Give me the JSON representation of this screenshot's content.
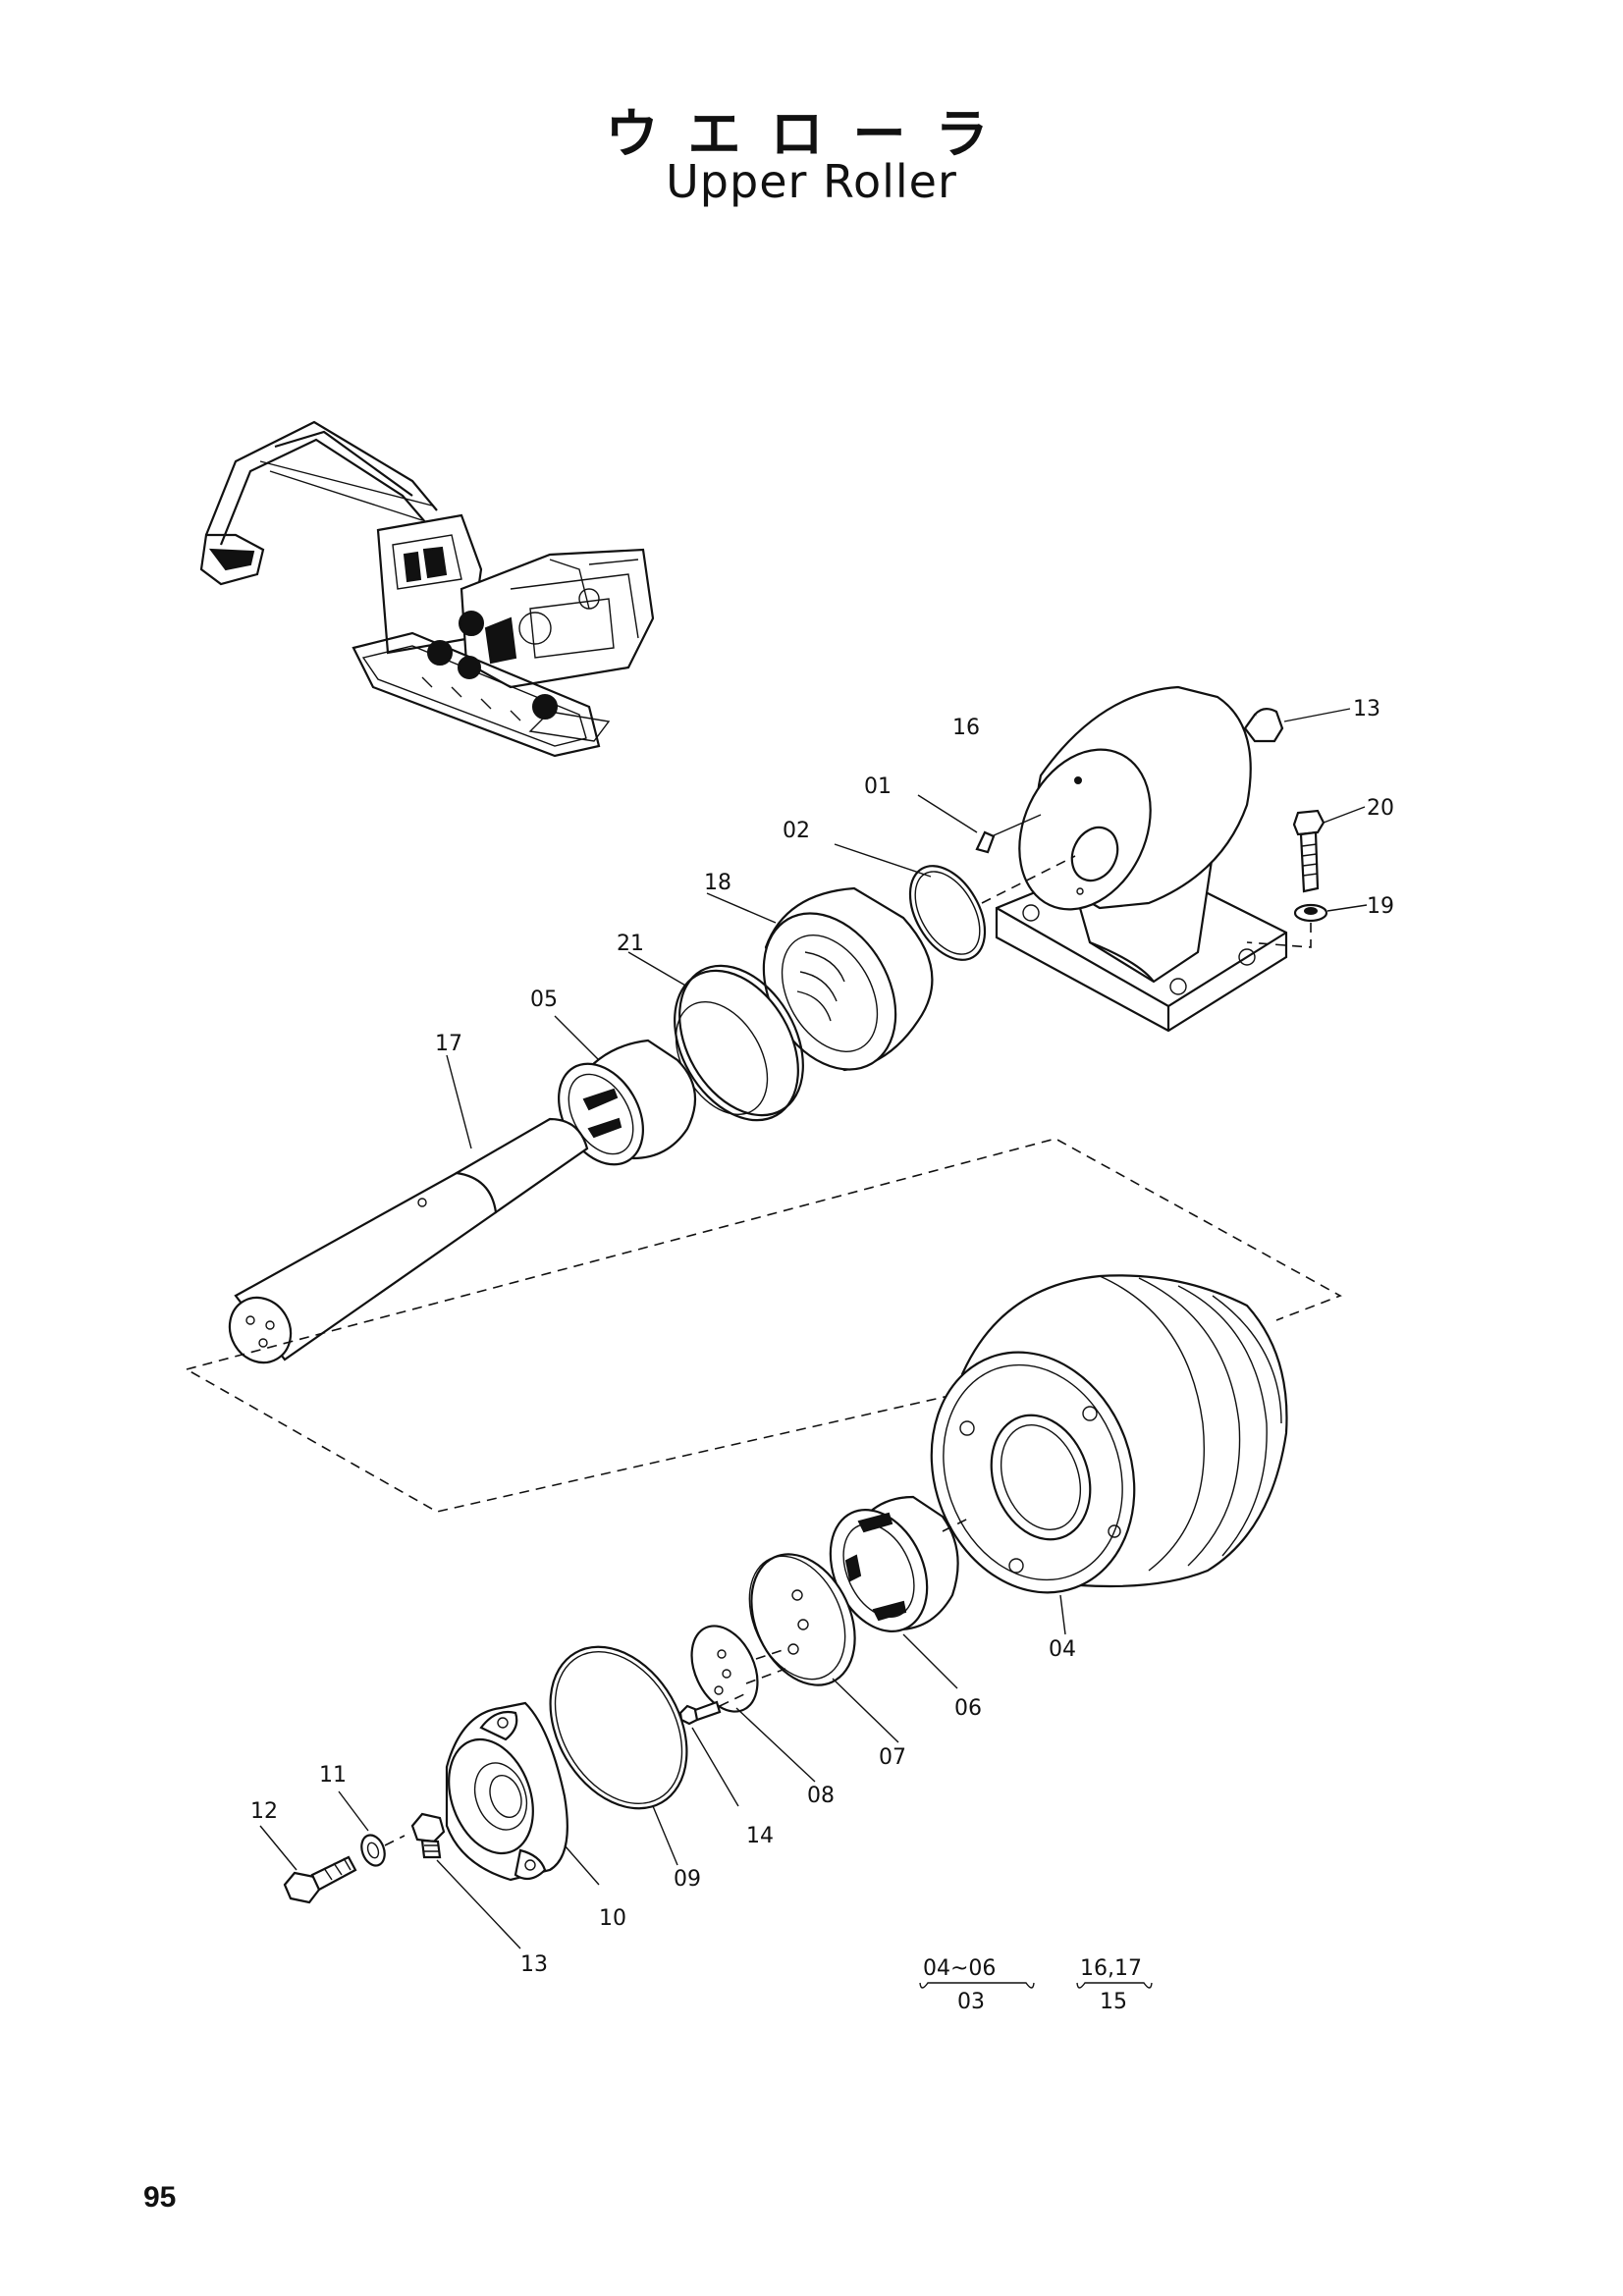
{
  "title": {
    "japanese": "ウエローラ",
    "english": "Upper Roller"
  },
  "parts": [
    {
      "id": "p01",
      "label": "01"
    },
    {
      "id": "p02",
      "label": "02"
    },
    {
      "id": "p04",
      "label": "04"
    },
    {
      "id": "p05",
      "label": "05"
    },
    {
      "id": "p06",
      "label": "06"
    },
    {
      "id": "p07",
      "label": "07"
    },
    {
      "id": "p08",
      "label": "08"
    },
    {
      "id": "p09",
      "label": "09"
    },
    {
      "id": "p10",
      "label": "10"
    },
    {
      "id": "p11",
      "label": "11"
    },
    {
      "id": "p12",
      "label": "12"
    },
    {
      "id": "p13a",
      "label": "13"
    },
    {
      "id": "p13b",
      "label": "13"
    },
    {
      "id": "p14",
      "label": "14"
    },
    {
      "id": "p16",
      "label": "16"
    },
    {
      "id": "p17",
      "label": "17"
    },
    {
      "id": "p18",
      "label": "18"
    },
    {
      "id": "p19",
      "label": "19"
    },
    {
      "id": "p20",
      "label": "20"
    },
    {
      "id": "p21",
      "label": "21"
    }
  ],
  "assembly_notes": [
    {
      "top": "04~06",
      "bottom": "03"
    },
    {
      "top": "16,17",
      "bottom": "15"
    }
  ],
  "page_number": "95"
}
